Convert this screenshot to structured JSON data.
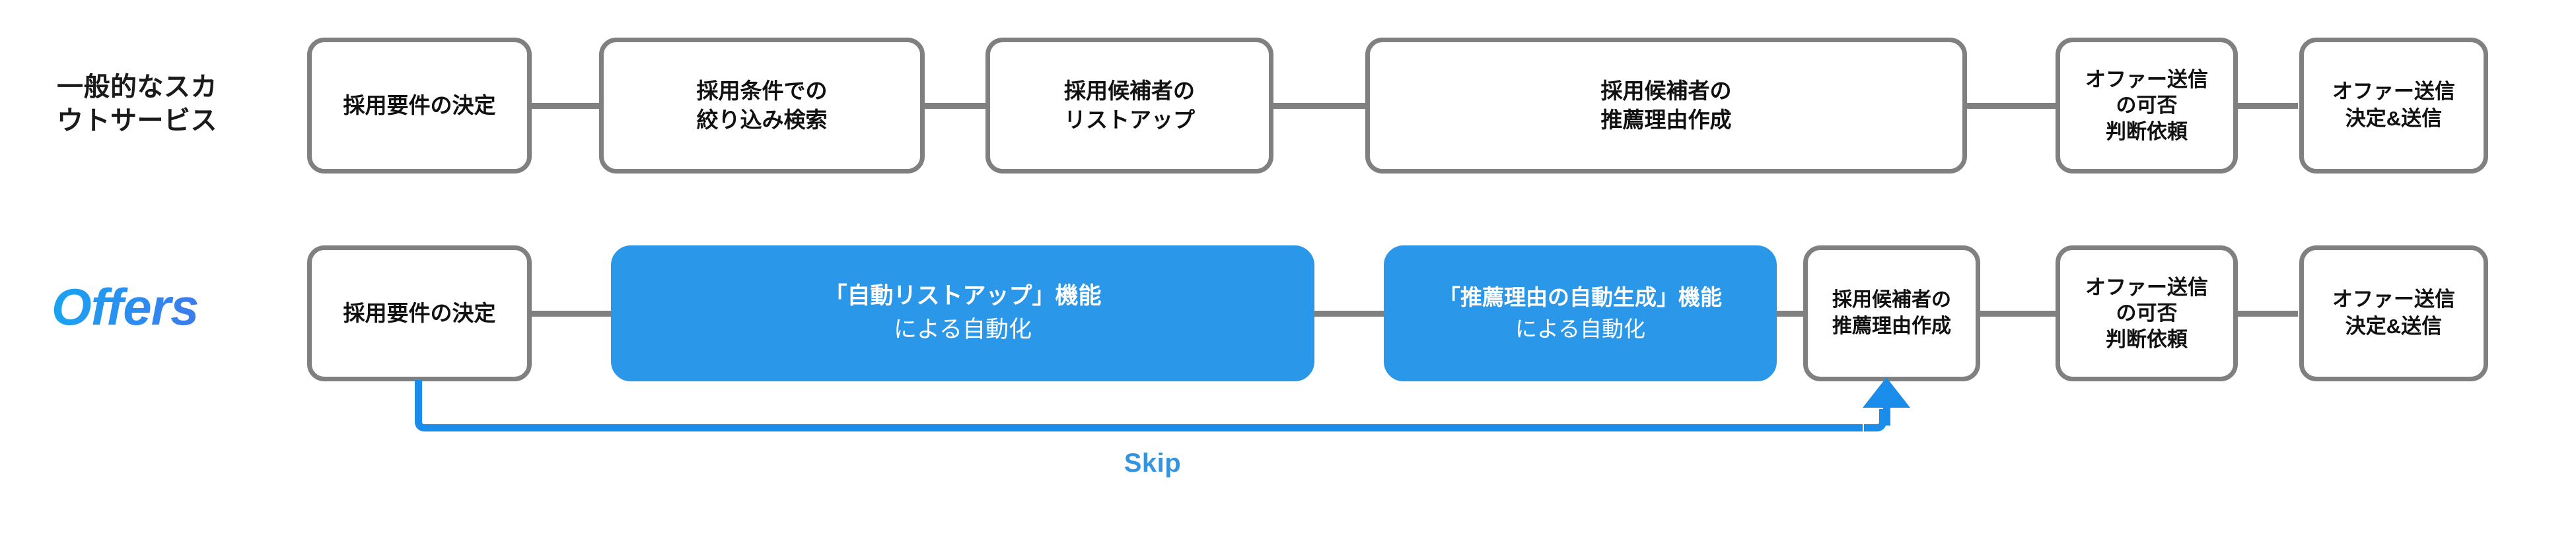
{
  "diagram": {
    "title_row1": "一般的なスカ\nウトサービス",
    "brand": "Offers",
    "skip_label": "Skip",
    "colors": {
      "box_border": "#808080",
      "box_text": "#111111",
      "accent_blue": "#2b97e8",
      "skip_blue": "#1a8cea",
      "brand_gradient_from": "#18a5f0",
      "brand_gradient_to": "#4b6ae8",
      "page_background": "#ffffff"
    },
    "rows": [
      {
        "id": "generic-scout-service",
        "label": "一般的なスカ\nウトサービス",
        "steps": [
          {
            "id": "g1",
            "text": "採用要件の決定",
            "style": "outline"
          },
          {
            "id": "g2",
            "text": "採用条件での\n絞り込み検索",
            "style": "outline"
          },
          {
            "id": "g3",
            "text": "採用候補者の\nリストアップ",
            "style": "outline"
          },
          {
            "id": "g4",
            "text": "採用候補者の\n推薦理由作成",
            "style": "outline"
          },
          {
            "id": "g5",
            "text": "オファー送信\nの可否\n判断依頼",
            "style": "outline"
          },
          {
            "id": "g6",
            "text": "オファー送信\n決定&送信",
            "style": "outline"
          }
        ]
      },
      {
        "id": "offers",
        "label": "Offers",
        "steps": [
          {
            "id": "o1",
            "text": "採用要件の決定",
            "style": "outline"
          },
          {
            "id": "o2",
            "line1": "「自動リストアップ」機能",
            "line2": "による自動化",
            "style": "filled"
          },
          {
            "id": "o3",
            "line1": "「推薦理由の自動生成」機能",
            "line2": "による自動化",
            "style": "filled"
          },
          {
            "id": "o4",
            "text": "採用候補者の\n推薦理由作成",
            "style": "outline"
          },
          {
            "id": "o5",
            "text": "オファー送信\nの可否\n判断依頼",
            "style": "outline"
          },
          {
            "id": "o6",
            "text": "オファー送信\n決定&送信",
            "style": "outline"
          }
        ],
        "skip_flow": {
          "label": "Skip",
          "from": "o1",
          "to": "o4"
        }
      }
    ]
  }
}
